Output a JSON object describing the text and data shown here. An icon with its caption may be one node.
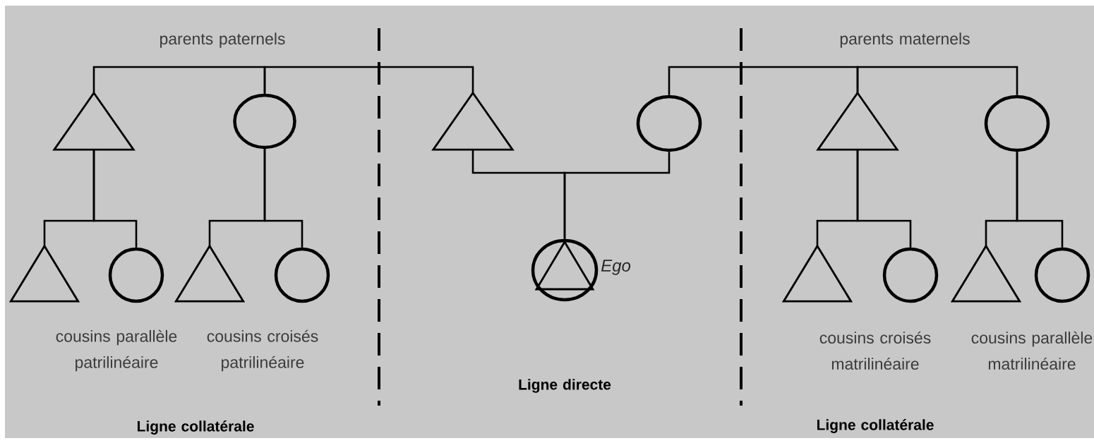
{
  "diagram": {
    "nodes": [
      {
        "text": [],
        "shape": "triangle"
      },
      {
        "text": [],
        "shape": "circle"
      },
      {
        "text": [],
        "shape": "triangle"
      },
      {
        "text": [],
        "shape": "circle"
      },
      {
        "text": [],
        "shape": "triangle"
      },
      {
        "text": [],
        "shape": "circle"
      },
      {
        "text": [],
        "shape": "triangle"
      },
      {
        "text": [],
        "shape": "circle"
      },
      {
        "text": [],
        "shape": "triangle"
      },
      {
        "text": [],
        "shape": "circle"
      },
      {
        "text": [],
        "shape": "circle",
        "beside": [
          "Ego"
        ]
      },
      {
        "text": [],
        "shape": "triangle"
      },
      {
        "text": [],
        "shape": "circle"
      },
      {
        "text": [],
        "shape": "triangle"
      },
      {
        "text": [],
        "shape": "circle"
      }
    ],
    "edges": [
      {
        "from": 0,
        "to": 1,
        "arrow": "none"
      },
      {
        "from": 1,
        "to": 2,
        "arrow": "none"
      },
      {
        "from": 3,
        "to": 4,
        "arrow": "none"
      },
      {
        "from": 4,
        "to": 5,
        "arrow": "none"
      },
      {
        "from": 2,
        "to": 10,
        "arrow": "none"
      },
      {
        "from": 3,
        "to": 10,
        "arrow": "none"
      },
      {
        "from": 0,
        "to": 6,
        "arrow": "none"
      },
      {
        "from": 0,
        "to": 7,
        "arrow": "none"
      },
      {
        "from": 1,
        "to": 8,
        "arrow": "none"
      },
      {
        "from": 1,
        "to": 9,
        "arrow": "none"
      },
      {
        "from": 4,
        "to": 11,
        "arrow": "none"
      },
      {
        "from": 4,
        "to": 12,
        "arrow": "none"
      },
      {
        "from": 5,
        "to": 13,
        "arrow": "none"
      },
      {
        "from": 5,
        "to": 14,
        "arrow": "none"
      }
    ],
    "labels": [
      "parents paternels",
      "parents maternels",
      "cousins parallèle patrilinéaire",
      "cousins croisés patrilinéaire",
      "Ligne directe",
      "cousins croisés matrilinéaire",
      "cousins parallèle matrilinéaire",
      "Ligne collatérale",
      "Ligne collatérale"
    ]
  }
}
